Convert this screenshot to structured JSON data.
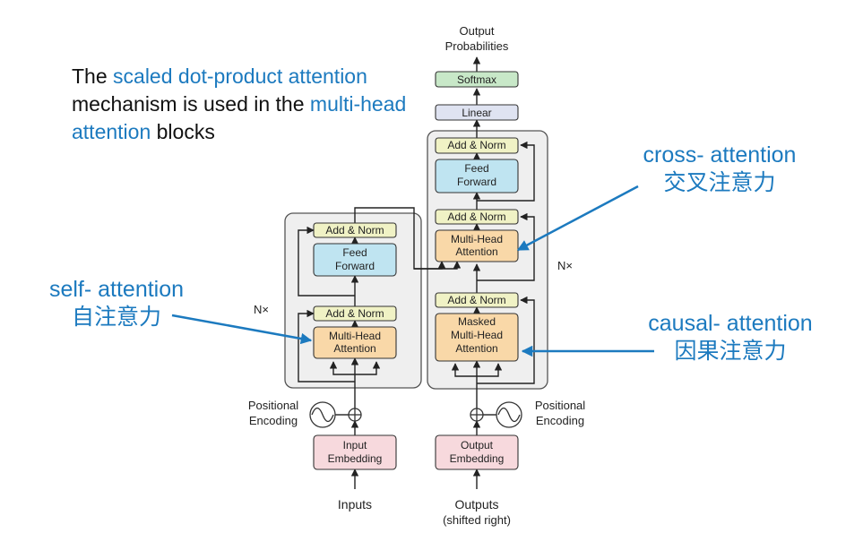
{
  "colors": {
    "accent": "#1C7ABF",
    "stack_bg": "#EFEFEF",
    "stack_border": "#555555",
    "addnorm": "#F0F2C5",
    "feed_forward": "#BFE4F1",
    "attention": "#F9D8A8",
    "embedding": "#F7D9DD",
    "linear": "#DFE3F1",
    "softmax": "#C8E8C8",
    "line": "#222222"
  },
  "headline": {
    "part1": "The ",
    "highlight1": "scaled dot-product attention",
    "part2": " mechanism is used in the ",
    "highlight2": "multi-head attention",
    "part3": " blocks"
  },
  "annotations": {
    "cross": {
      "line1": "cross- attention",
      "line2": "交叉注意力"
    },
    "self": {
      "line1": "self- attention",
      "line2": "自注意力"
    },
    "causal": {
      "line1": "causal- attention",
      "line2": "因果注意力"
    }
  },
  "encoder": {
    "inputs_label": "Inputs",
    "embedding": {
      "line1": "Input",
      "line2": "Embedding"
    },
    "positional": {
      "line1": "Positional",
      "line2": "Encoding"
    },
    "nx": "N×",
    "attention": {
      "line1": "Multi-Head",
      "line2": "Attention"
    },
    "add_norm": "Add & Norm",
    "feed_forward": {
      "line1": "Feed",
      "line2": "Forward"
    }
  },
  "decoder": {
    "outputs_label": {
      "line1": "Outputs",
      "line2": "(shifted right)"
    },
    "embedding": {
      "line1": "Output",
      "line2": "Embedding"
    },
    "positional": {
      "line1": "Positional",
      "line2": "Encoding"
    },
    "nx": "N×",
    "masked_attention": {
      "line1": "Masked",
      "line2": "Multi-Head",
      "line3": "Attention"
    },
    "cross_attention": {
      "line1": "Multi-Head",
      "line2": "Attention"
    },
    "add_norm": "Add & Norm",
    "feed_forward": {
      "line1": "Feed",
      "line2": "Forward"
    },
    "linear": "Linear",
    "softmax": "Softmax",
    "output": {
      "line1": "Output",
      "line2": "Probabilities"
    }
  }
}
